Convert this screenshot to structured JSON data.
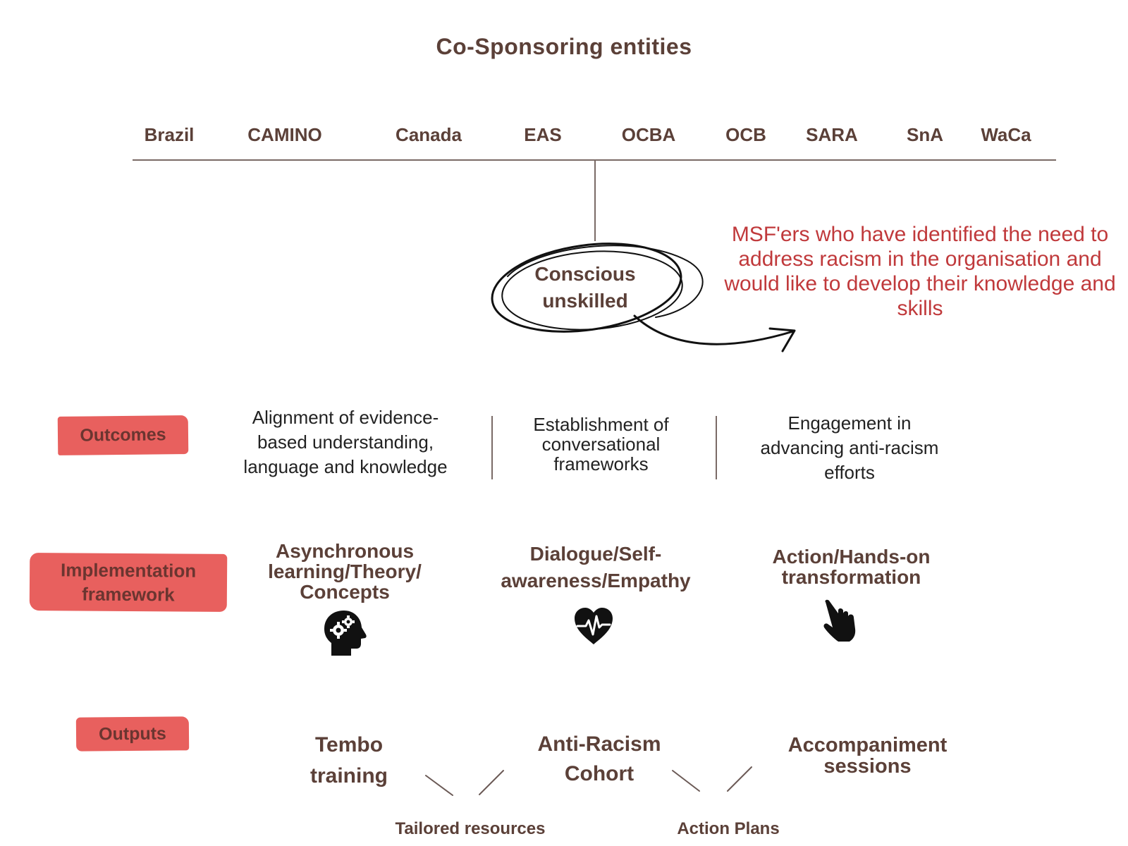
{
  "header": {
    "title": "Co-Sponsoring entities"
  },
  "entities": [
    "Brazil",
    "CAMINO",
    "Canada",
    "EAS",
    "OCBA",
    "OCB",
    "SARA",
    "SnA",
    "WaCa"
  ],
  "focus": {
    "label": "Conscious unskilled",
    "note": "MSF'ers who have identified the need to address racism in the organisation and would like to develop their knowledge and skills"
  },
  "rows": {
    "outcomes_label": "Outcomes",
    "implementation_label": "Implementation framework",
    "outputs_label": "Outputs"
  },
  "outcomes": [
    "Alignment of evidence-based understanding, language and knowledge",
    "Establishment of conversational frameworks",
    "Engagement in advancing anti-racism efforts"
  ],
  "implementation": [
    {
      "label": "Asynchronous learning/Theory/ Concepts",
      "icon": "brain-gears-icon"
    },
    {
      "label": "Dialogue/Self-awareness/Empathy",
      "icon": "heart-pulse-icon"
    },
    {
      "label": "Action/Hands-on transformation",
      "icon": "pointing-hand-icon"
    }
  ],
  "outputs": [
    "Tembo training",
    "Anti-Racism Cohort",
    "Accompaniment sessions"
  ],
  "sub_outputs": [
    "Tailored resources",
    "Action Plans"
  ],
  "colors": {
    "brown": "#5b4038",
    "badge": "#e8605e",
    "note_red": "#c0393b",
    "line": "#7a6a66"
  }
}
